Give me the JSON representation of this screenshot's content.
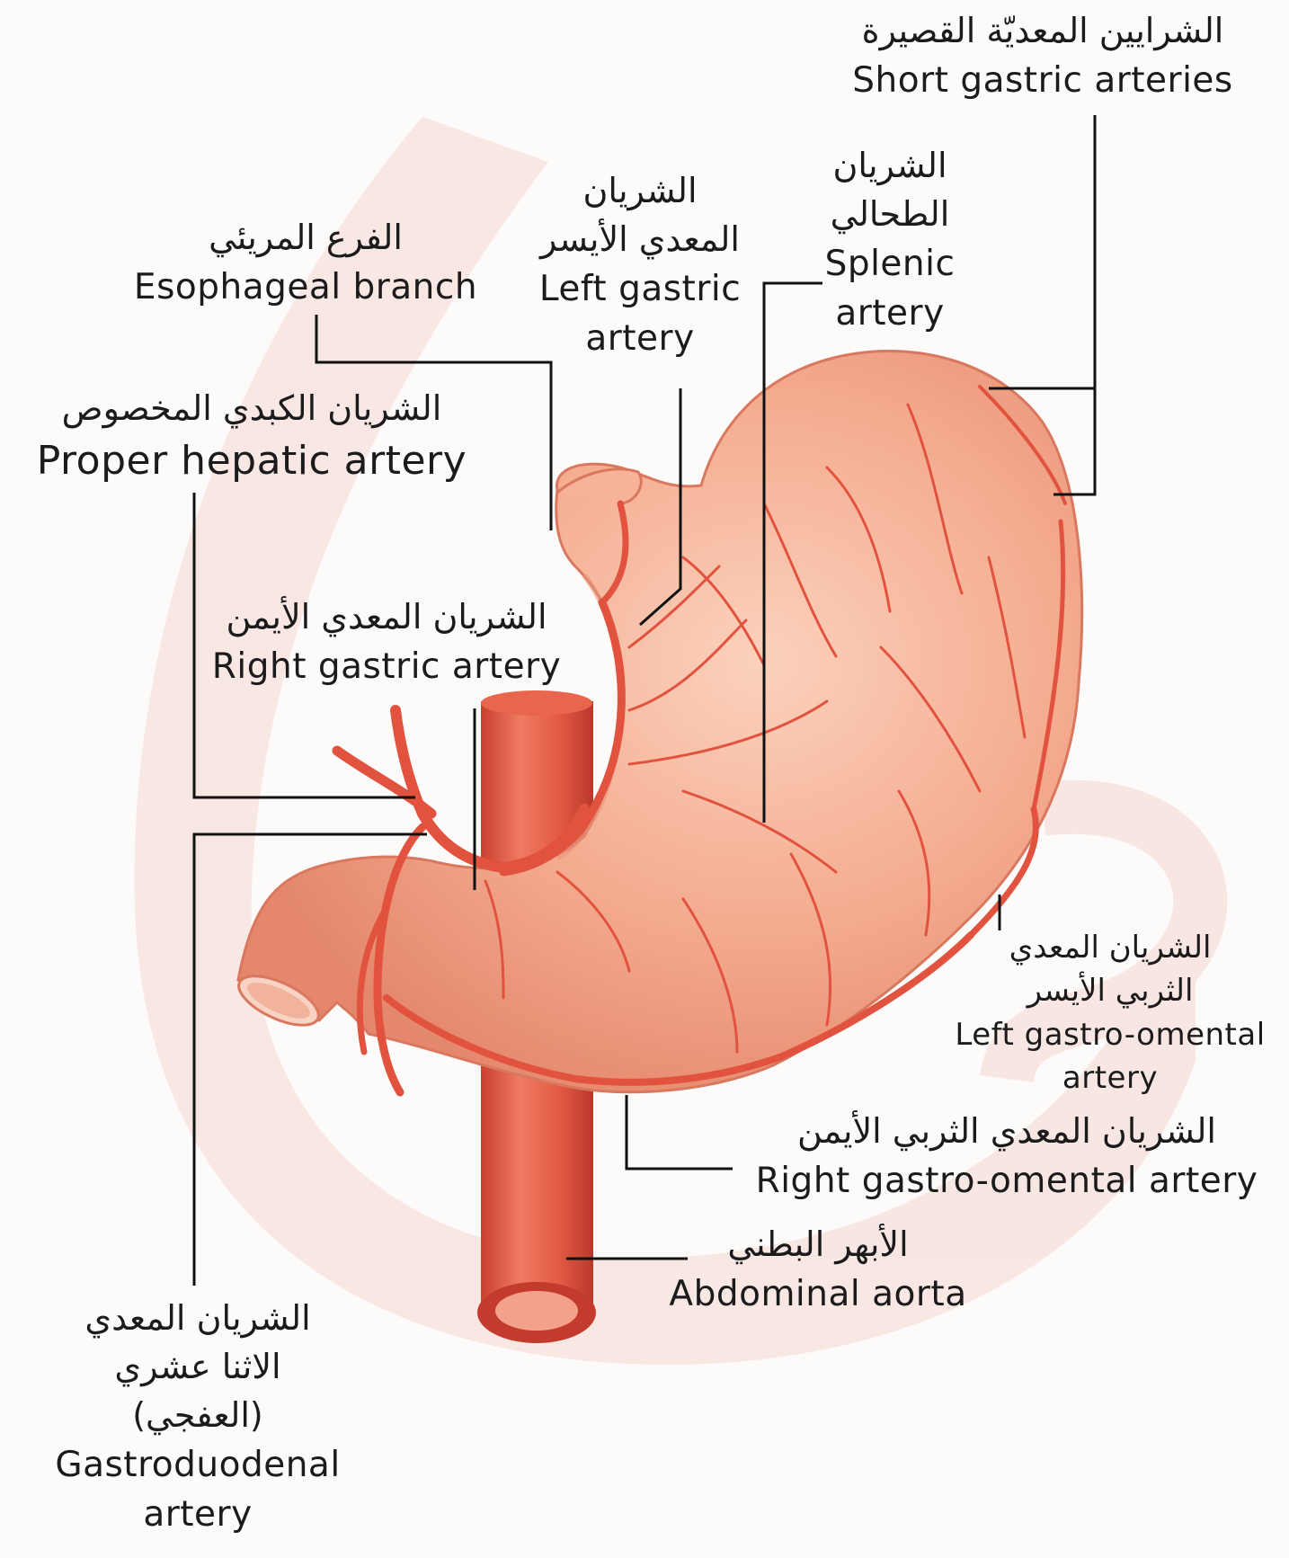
{
  "labels": {
    "short_gastric": {
      "ar": "الشرايين المعديّة القصيرة",
      "en": "Short gastric arteries"
    },
    "splenic": {
      "ar1": "الشريان",
      "ar2": "الطحالي",
      "en1": "Splenic",
      "en2": "artery"
    },
    "left_gastric": {
      "ar1": "الشريان",
      "ar2": "المعدي الأيسر",
      "en1": "Left gastric",
      "en2": "artery"
    },
    "esophageal": {
      "ar": "الفرع المريئي",
      "en": "Esophageal branch"
    },
    "proper_hepatic": {
      "ar": "الشريان الكبدي المخصوص",
      "en": "Proper hepatic artery"
    },
    "right_gastric": {
      "ar": "الشريان المعدي الأيمن",
      "en": "Right gastric artery"
    },
    "left_gastro_omental": {
      "ar1": "الشريان المعدي",
      "ar2": "الثربي الأيسر",
      "en1": "Left gastro-omental",
      "en2": "artery"
    },
    "right_gastro_omental": {
      "ar": "الشريان المعدي الثربي الأيمن",
      "en": "Right gastro-omental artery"
    },
    "abdominal_aorta": {
      "ar": "الأبهر البطني",
      "en": "Abdominal aorta"
    },
    "gastroduodenal": {
      "ar1": "الشريان المعدي",
      "ar2": "الاثنا عشري",
      "ar3": "(العفجي)",
      "en1": "Gastroduodenal",
      "en2": "artery"
    }
  },
  "colors": {
    "stomach": "#f2a487",
    "stomach_dark": "#e07a62",
    "artery": "#e2533f",
    "leader": "#111111",
    "watermark": "#f6dcd8"
  }
}
